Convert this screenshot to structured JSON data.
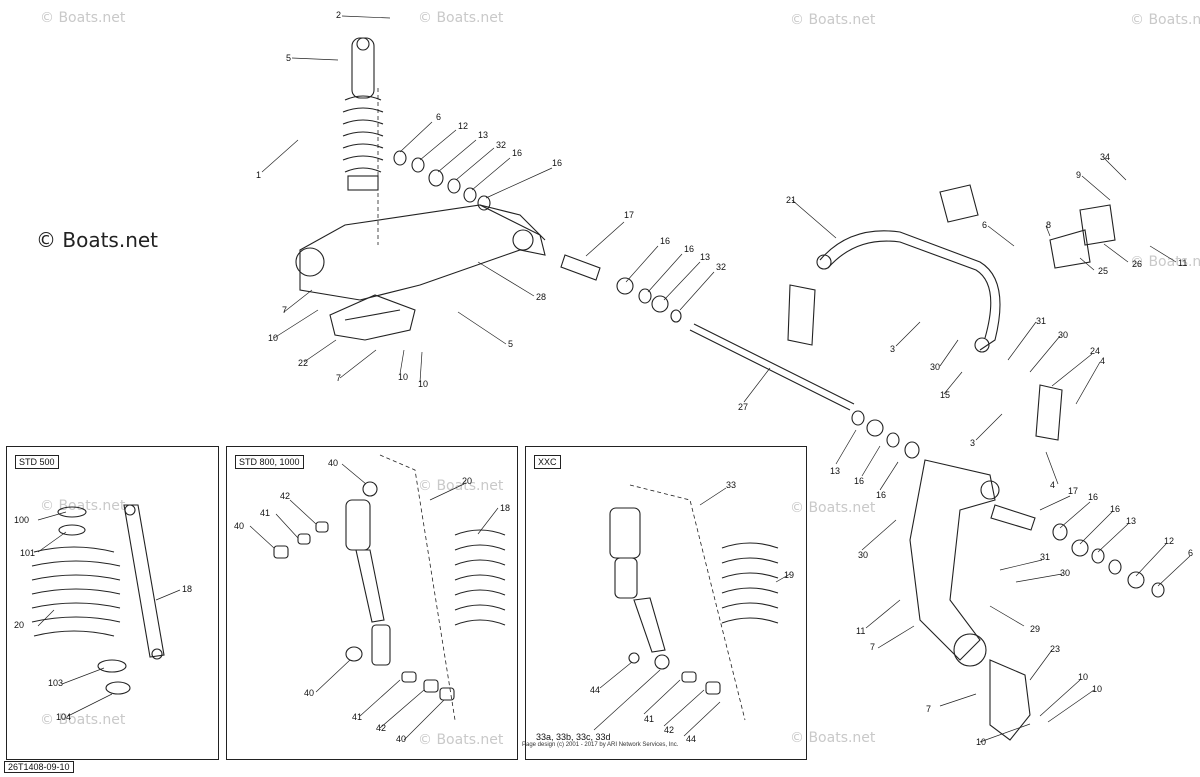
{
  "watermark": "© Boats.net",
  "watermark_big": "© Boats.net",
  "boxes": {
    "std500": "STD 500",
    "std8001000": "STD 800, 1000",
    "xxc": "XXC"
  },
  "drawing_id": "26T1408-09-10",
  "variant_label": "33a, 33b, 33c, 33d",
  "copyright": "Page design (c) 2001 - 2017 by ARI Network Services, Inc.",
  "callouts": [
    "2",
    "5",
    "1",
    "6",
    "12",
    "13",
    "32",
    "16",
    "16",
    "7",
    "10",
    "22",
    "7",
    "10",
    "10",
    "5",
    "28",
    "17",
    "16",
    "16",
    "13",
    "32",
    "27",
    "21",
    "3",
    "30",
    "15",
    "31",
    "30",
    "24",
    "4",
    "3",
    "4",
    "6",
    "8",
    "9",
    "34",
    "25",
    "26",
    "11",
    "13",
    "16",
    "16",
    "17",
    "16",
    "16",
    "13",
    "12",
    "6",
    "30",
    "31",
    "30",
    "11",
    "7",
    "29",
    "23",
    "7",
    "10",
    "10",
    "10",
    "100",
    "101",
    "20",
    "18",
    "103",
    "104",
    "40",
    "42",
    "41",
    "40",
    "18",
    "20",
    "40",
    "41",
    "42",
    "40",
    "33",
    "19",
    "44",
    "41",
    "42",
    "44"
  ]
}
